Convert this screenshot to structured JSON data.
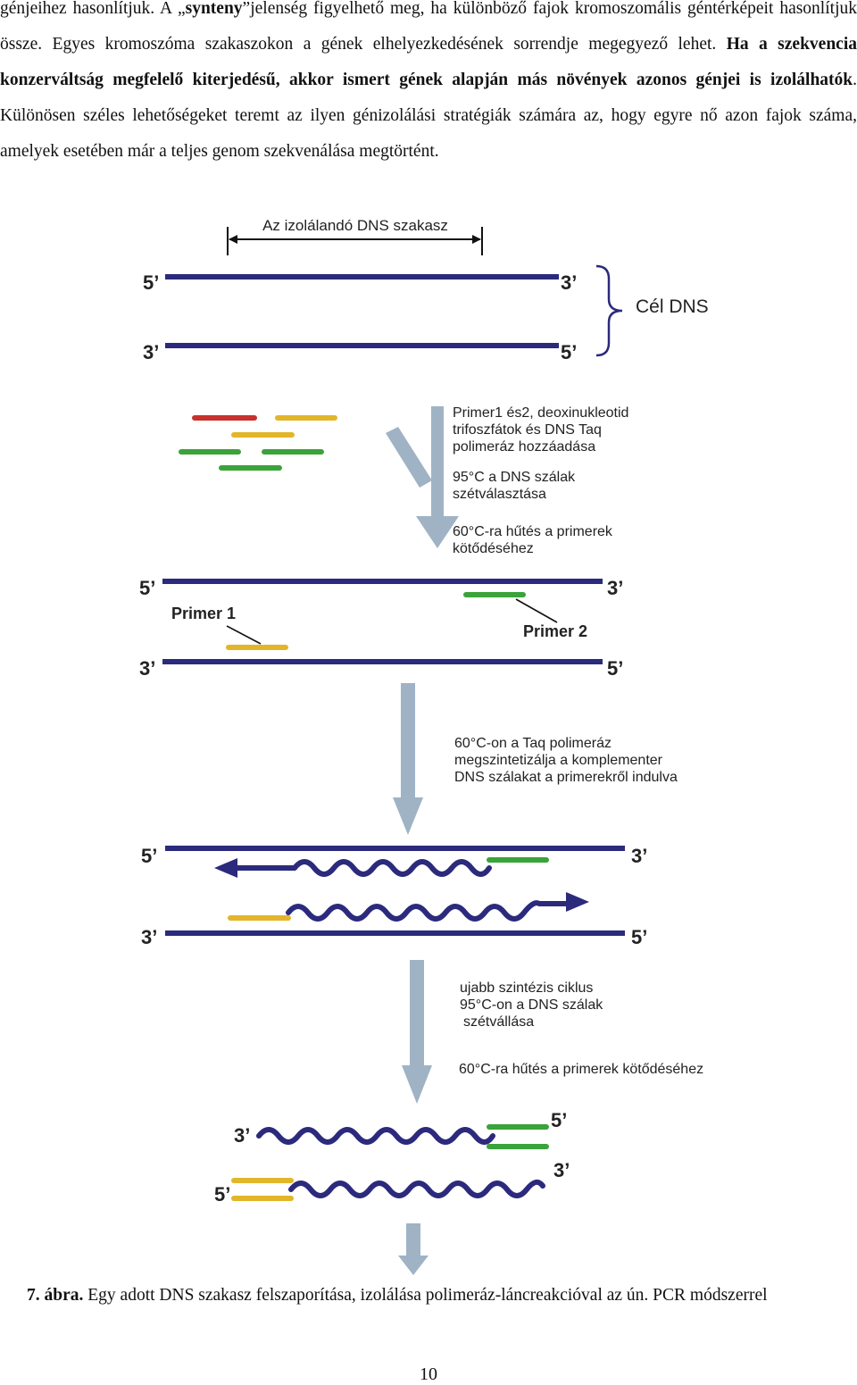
{
  "paragraph": {
    "text_a": "génjeihez hasonlítjuk. A „",
    "synteny": "synteny",
    "text_b": "”jelenség figyelhető meg, ha különböző fajok kromoszomális géntérképeit hasonlítjuk össze. Egyes kromoszóma szakaszokon a gének elhelyezkedésének sorrendje megegyező lehet. ",
    "bold_sentence": "Ha a szekvencia konzerváltság megfelelő kiterjedésű, akkor ismert gének alapján más növények azonos génjei is izolálhatók",
    "text_c": ". Különösen széles lehetőségeket teremt az ilyen génizolálási stratégiák számára az, hogy egyre nő azon fajok száma, amelyek esetében már a teljes genom szekvenálása megtörtént."
  },
  "figure": {
    "region_label": "Az izolálandó DNS szakasz",
    "target_label": "Cél DNS",
    "prime5": "5’",
    "prime3": "3’",
    "step1": [
      "Primer1 és2, deoxinukleotid",
      "trifoszfátok és DNS Taq",
      "polimeráz hozzáadása"
    ],
    "step2": [
      "95°C a DNS szálak",
      "szétválasztása"
    ],
    "step3": [
      "60°C-ra hűtés a primerek",
      "kötődéséhez"
    ],
    "primer1": "Primer 1",
    "primer2": "Primer 2",
    "step4": [
      "60°C-on a Taq polimeráz",
      "megszintetizálja a komplementer",
      "DNS szálakat a primerekről indulva"
    ],
    "step5": [
      "ujabb szintézis ciklus",
      "95°C-on a DNS szálak",
      "szétvállása"
    ],
    "step6": "60°C-ra hűtés a primerek kötődéséhez",
    "colors": {
      "strand": "#2b2a7c",
      "arrow": "#9fb3c5",
      "red": "#c8312c",
      "yellow": "#e2b62a",
      "green": "#3aa33a"
    }
  },
  "caption": {
    "label": "7. ábra.",
    "text": " Egy adott DNS szakasz felszaporítása, izolálása polimeráz-láncreakcióval az ún. PCR módszerrel"
  },
  "page_number": "10"
}
